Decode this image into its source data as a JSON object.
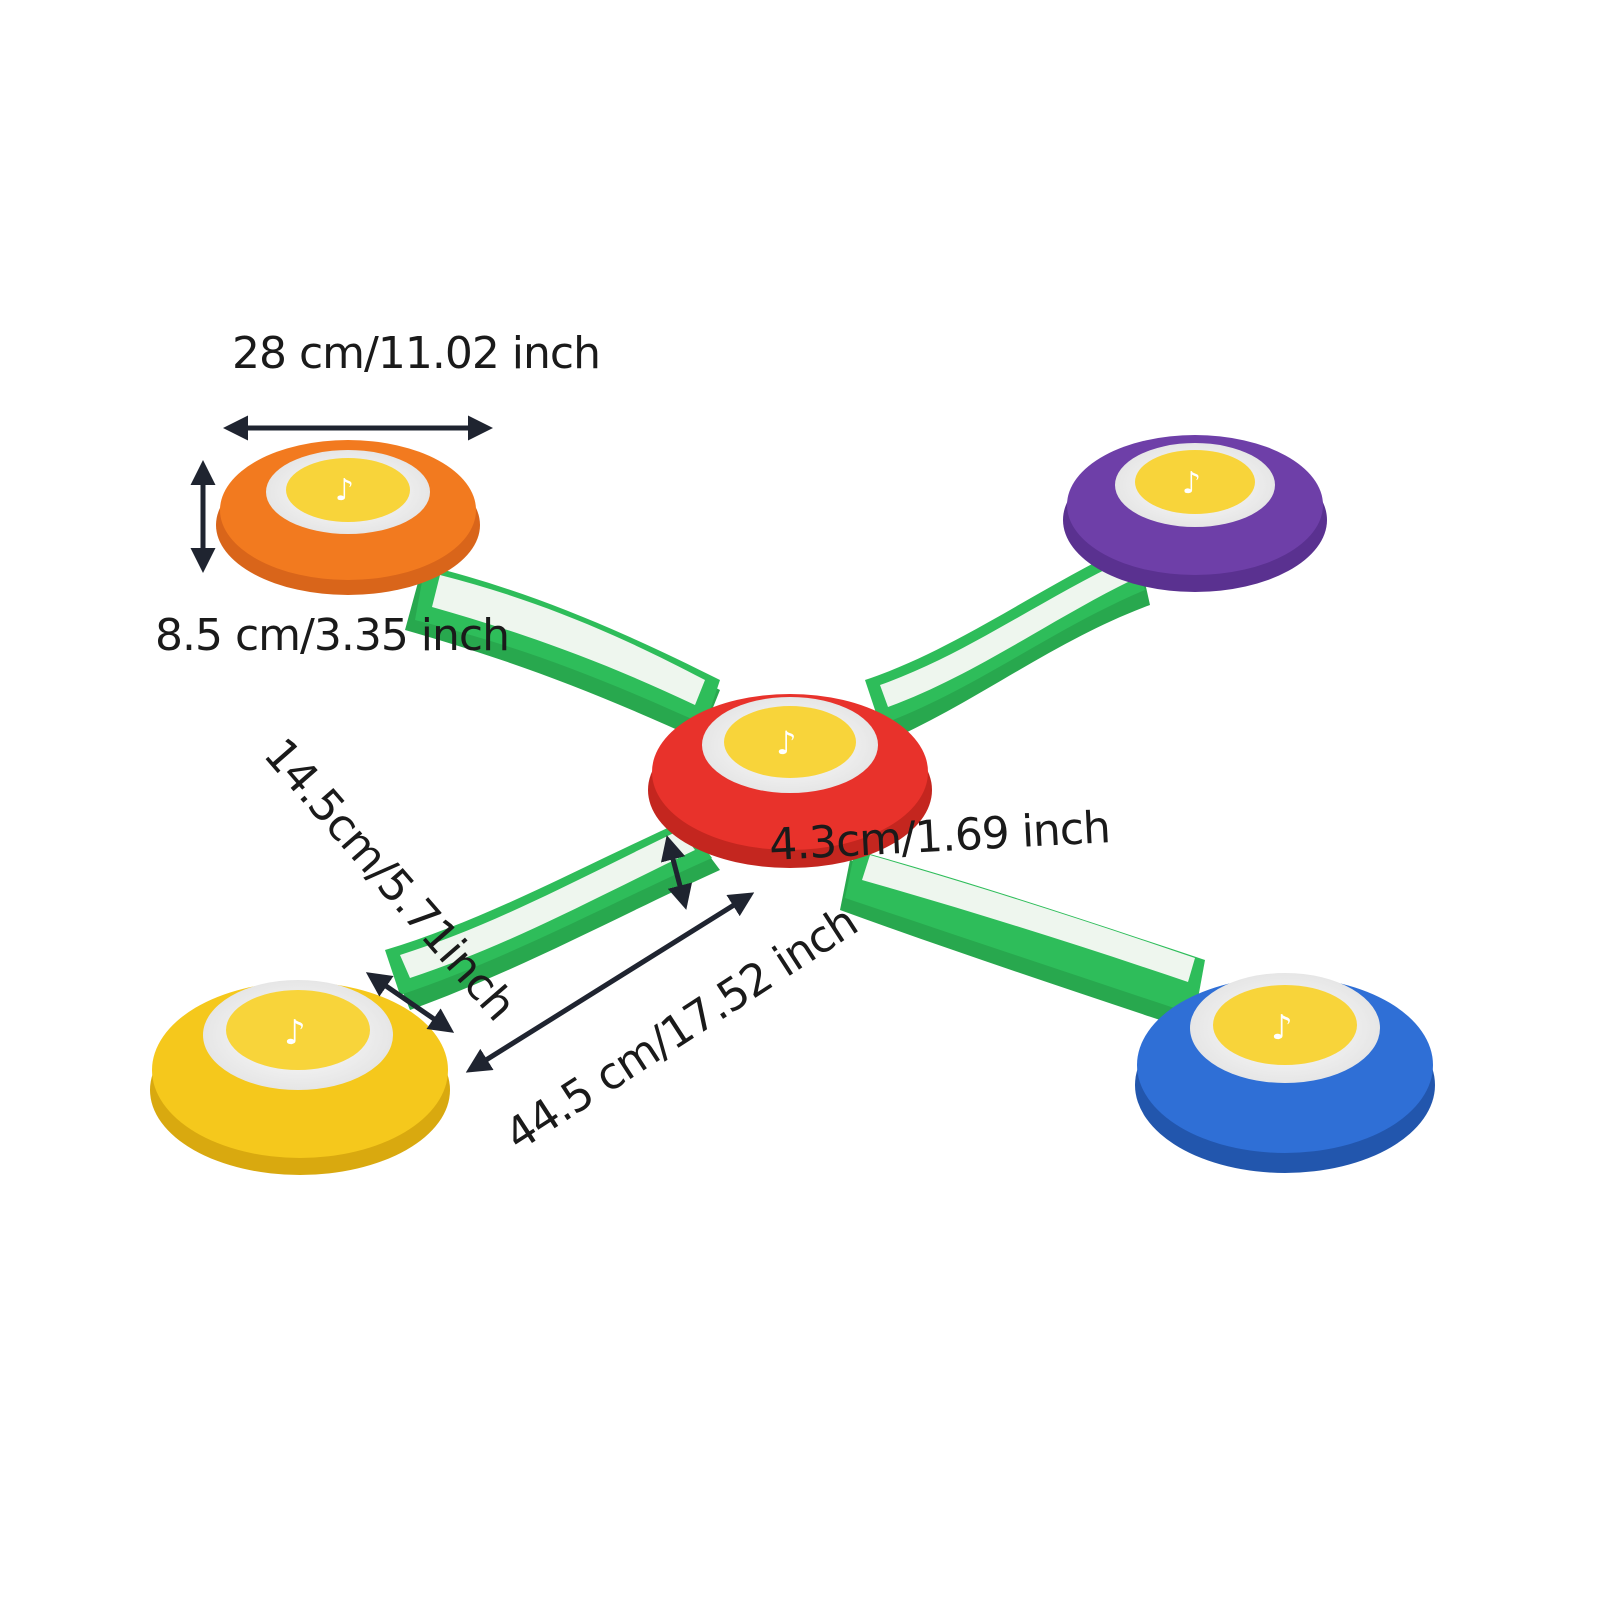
{
  "dimensions": {
    "pad_width": "28 cm/11.02 inch",
    "pad_height": "8.5 cm/3.35 inch",
    "bridge_width": "14.5cm/5.71inch",
    "bridge_height": "4.3cm/1.69 inch",
    "bridge_length": "44.5 cm/17.52 inch"
  },
  "colors": {
    "background": "#ffffff",
    "pad_orange": "#f27a1f",
    "pad_purple": "#6e3fa8",
    "pad_red": "#e8322b",
    "pad_yellow": "#f5c81c",
    "pad_blue": "#2f6fd6",
    "bridge_green": "#2ebd5a",
    "bridge_inner": "#eef6ee",
    "button_yellow": "#f8d43a",
    "arrow": "#1f2430"
  }
}
